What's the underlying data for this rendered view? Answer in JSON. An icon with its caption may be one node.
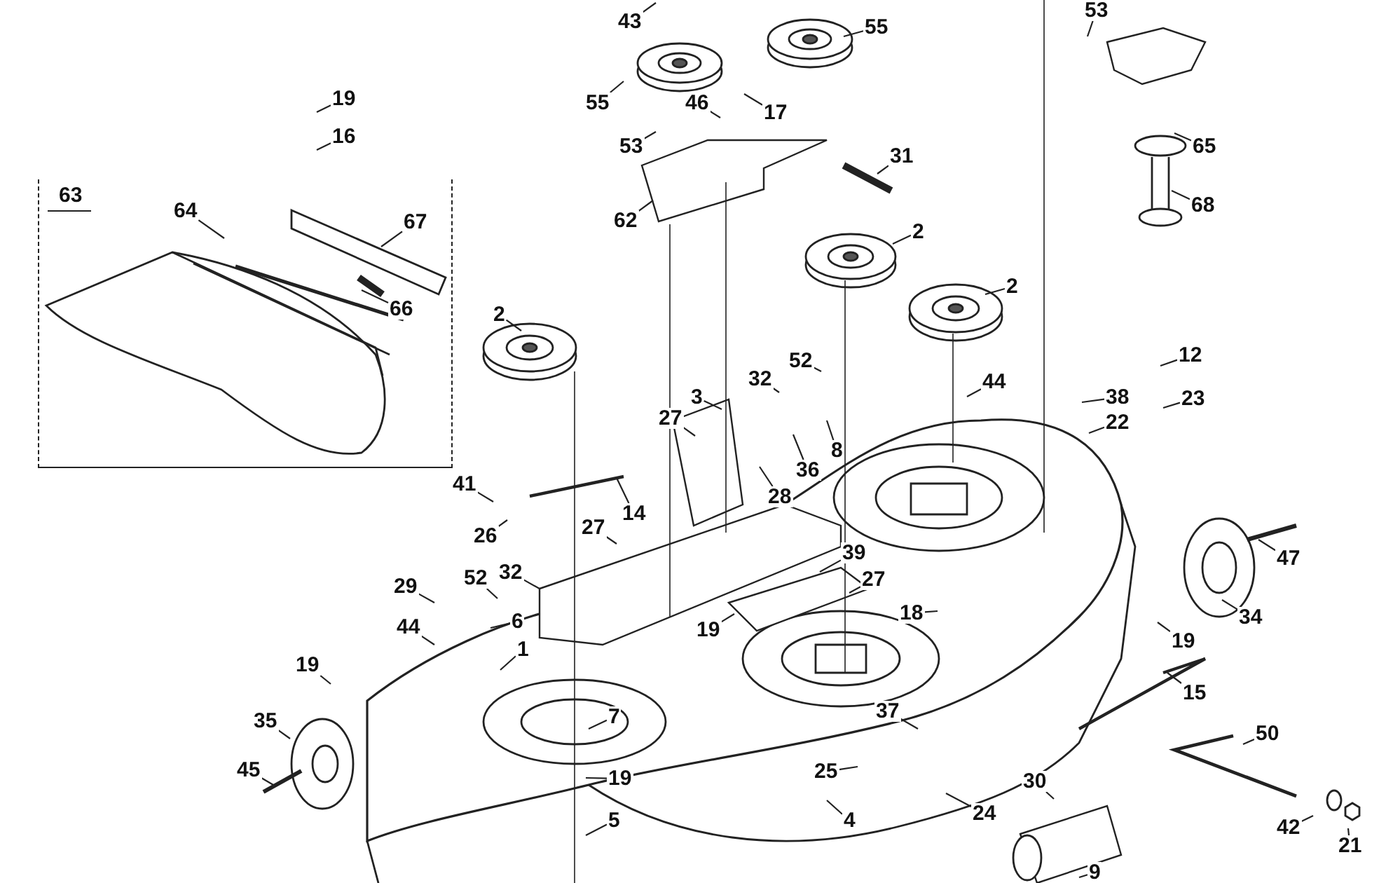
{
  "diagram": {
    "nodes": [
      {
        "text": [
          "63"
        ]
      },
      {
        "text": [
          "64"
        ],
        "in": 0
      },
      {
        "text": [
          "67"
        ],
        "in": 0
      },
      {
        "text": [
          "66"
        ],
        "in": 0
      },
      {
        "text": [
          "19"
        ]
      },
      {
        "text": [
          "16"
        ]
      },
      {
        "text": [
          "2"
        ]
      },
      {
        "text": [
          "43"
        ]
      },
      {
        "text": [
          "55"
        ]
      },
      {
        "text": [
          "55"
        ]
      },
      {
        "text": [
          "46"
        ]
      },
      {
        "text": [
          "17"
        ]
      },
      {
        "text": [
          "53"
        ]
      },
      {
        "text": [
          "62"
        ]
      },
      {
        "text": [
          "31"
        ]
      },
      {
        "text": [
          "2"
        ]
      },
      {
        "text": [
          "2"
        ]
      },
      {
        "text": [
          "53"
        ]
      },
      {
        "text": [
          "65"
        ]
      },
      {
        "text": [
          "68"
        ]
      },
      {
        "text": [
          "12"
        ]
      },
      {
        "text": [
          "23"
        ]
      },
      {
        "text": [
          "38"
        ]
      },
      {
        "text": [
          "22"
        ]
      },
      {
        "text": [
          "44"
        ]
      },
      {
        "text": [
          "52"
        ]
      },
      {
        "text": [
          "32"
        ]
      },
      {
        "text": [
          "3"
        ]
      },
      {
        "text": [
          "27"
        ]
      },
      {
        "text": [
          "36"
        ]
      },
      {
        "text": [
          "8"
        ]
      },
      {
        "text": [
          "28"
        ]
      },
      {
        "text": [
          "14"
        ]
      },
      {
        "text": [
          "41"
        ]
      },
      {
        "text": [
          "26"
        ]
      },
      {
        "text": [
          "27"
        ]
      },
      {
        "text": [
          "29"
        ]
      },
      {
        "text": [
          "52"
        ]
      },
      {
        "text": [
          "32"
        ]
      },
      {
        "text": [
          "6"
        ]
      },
      {
        "text": [
          "1"
        ]
      },
      {
        "text": [
          "44"
        ]
      },
      {
        "text": [
          "19"
        ]
      },
      {
        "text": [
          "7"
        ]
      },
      {
        "text": [
          "35"
        ]
      },
      {
        "text": [
          "45"
        ]
      },
      {
        "text": [
          "39"
        ]
      },
      {
        "text": [
          "27"
        ]
      },
      {
        "text": [
          "19"
        ]
      },
      {
        "text": [
          "18"
        ]
      },
      {
        "text": [
          "47"
        ]
      },
      {
        "text": [
          "34"
        ]
      },
      {
        "text": [
          "19"
        ]
      },
      {
        "text": [
          "15"
        ]
      },
      {
        "text": [
          "37"
        ]
      },
      {
        "text": [
          "25"
        ]
      },
      {
        "text": [
          "24"
        ]
      },
      {
        "text": [
          "4"
        ]
      },
      {
        "text": [
          "19"
        ]
      },
      {
        "text": [
          "5"
        ]
      },
      {
        "text": [
          "30"
        ]
      },
      {
        "text": [
          "50"
        ]
      },
      {
        "text": [
          "42"
        ]
      },
      {
        "text": [
          "21"
        ]
      },
      {
        "text": [
          "9"
        ]
      }
    ],
    "edges": [
      {
        "from": 1,
        "to": null,
        "arrow": "none"
      },
      {
        "from": 2,
        "to": null,
        "arrow": "none"
      },
      {
        "from": 3,
        "to": null,
        "arrow": "none"
      },
      {
        "from": 4,
        "to": null,
        "arrow": "none"
      },
      {
        "from": 5,
        "to": null,
        "arrow": "none"
      },
      {
        "from": 6,
        "to": null,
        "arrow": "none"
      },
      {
        "from": 7,
        "to": null,
        "arrow": "none"
      },
      {
        "from": 8,
        "to": null,
        "arrow": "none"
      },
      {
        "from": 9,
        "to": null,
        "arrow": "none"
      },
      {
        "from": 10,
        "to": null,
        "arrow": "none"
      },
      {
        "from": 11,
        "to": null,
        "arrow": "none"
      },
      {
        "from": 12,
        "to": null,
        "arrow": "none"
      },
      {
        "from": 13,
        "to": null,
        "arrow": "none"
      },
      {
        "from": 14,
        "to": null,
        "arrow": "none"
      },
      {
        "from": 15,
        "to": null,
        "arrow": "none"
      },
      {
        "from": 16,
        "to": null,
        "arrow": "none"
      },
      {
        "from": 17,
        "to": null,
        "arrow": "none"
      },
      {
        "from": 18,
        "to": null,
        "arrow": "none"
      },
      {
        "from": 19,
        "to": null,
        "arrow": "none"
      },
      {
        "from": 20,
        "to": null,
        "arrow": "none"
      },
      {
        "from": 21,
        "to": null,
        "arrow": "none"
      },
      {
        "from": 22,
        "to": null,
        "arrow": "none"
      },
      {
        "from": 23,
        "to": null,
        "arrow": "none"
      },
      {
        "from": 24,
        "to": null,
        "arrow": "none"
      },
      {
        "from": 25,
        "to": null,
        "arrow": "none"
      },
      {
        "from": 26,
        "to": null,
        "arrow": "none"
      },
      {
        "from": 27,
        "to": null,
        "arrow": "none"
      },
      {
        "from": 28,
        "to": null,
        "arrow": "none"
      },
      {
        "from": 29,
        "to": null,
        "arrow": "none"
      },
      {
        "from": 30,
        "to": null,
        "arrow": "none"
      },
      {
        "from": 31,
        "to": null,
        "arrow": "none"
      },
      {
        "from": 32,
        "to": null,
        "arrow": "none"
      },
      {
        "from": 33,
        "to": null,
        "arrow": "none"
      },
      {
        "from": 34,
        "to": null,
        "arrow": "none"
      },
      {
        "from": 35,
        "to": null,
        "arrow": "none"
      },
      {
        "from": 36,
        "to": null,
        "arrow": "none"
      },
      {
        "from": 37,
        "to": null,
        "arrow": "none"
      },
      {
        "from": 38,
        "to": null,
        "arrow": "none"
      },
      {
        "from": 39,
        "to": null,
        "arrow": "none"
      },
      {
        "from": 40,
        "to": null,
        "arrow": "none"
      },
      {
        "from": 41,
        "to": null,
        "arrow": "none"
      },
      {
        "from": 42,
        "to": null,
        "arrow": "none"
      },
      {
        "from": 43,
        "to": null,
        "arrow": "none"
      },
      {
        "from": 44,
        "to": null,
        "arrow": "none"
      },
      {
        "from": 45,
        "to": null,
        "arrow": "none"
      },
      {
        "from": 46,
        "to": null,
        "arrow": "none"
      },
      {
        "from": 47,
        "to": null,
        "arrow": "none"
      },
      {
        "from": 48,
        "to": null,
        "arrow": "none"
      },
      {
        "from": 49,
        "to": null,
        "arrow": "none"
      },
      {
        "from": 50,
        "to": null,
        "arrow": "none"
      },
      {
        "from": 51,
        "to": null,
        "arrow": "none"
      },
      {
        "from": 52,
        "to": null,
        "arrow": "none"
      },
      {
        "from": 53,
        "to": null,
        "arrow": "none"
      },
      {
        "from": 54,
        "to": null,
        "arrow": "none"
      },
      {
        "from": 55,
        "to": null,
        "arrow": "none"
      },
      {
        "from": 56,
        "to": null,
        "arrow": "none"
      },
      {
        "from": 57,
        "to": null,
        "arrow": "none"
      },
      {
        "from": 58,
        "to": null,
        "arrow": "none"
      },
      {
        "from": 59,
        "to": null,
        "arrow": "none"
      },
      {
        "from": 60,
        "to": null,
        "arrow": "none"
      },
      {
        "from": 61,
        "to": null,
        "arrow": "none"
      },
      {
        "from": 62,
        "to": null,
        "arrow": "none"
      },
      {
        "from": 63,
        "to": null,
        "arrow": "none"
      },
      {
        "from": 64,
        "to": null,
        "arrow": "none"
      }
    ]
  }
}
